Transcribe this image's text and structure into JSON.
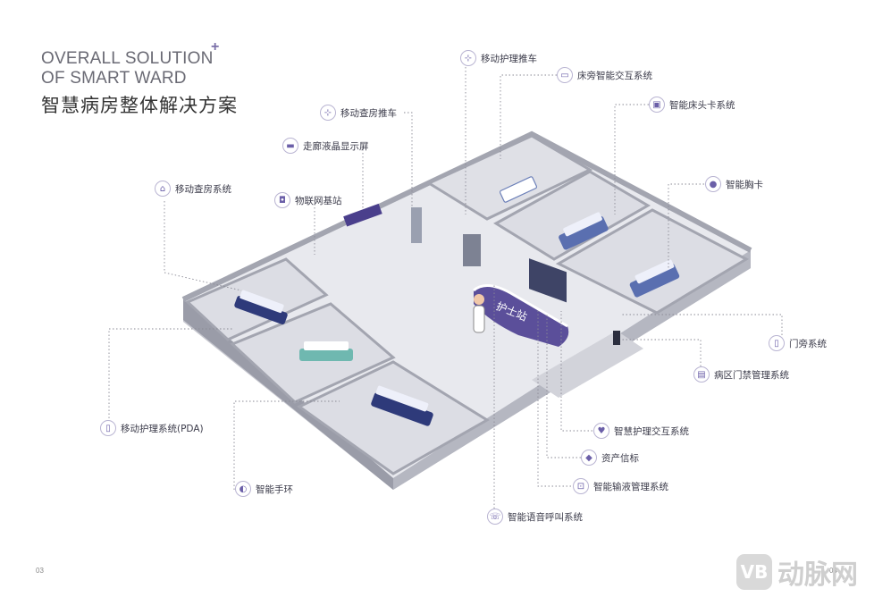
{
  "title": {
    "en_line1": "OVERALL SOLUTION",
    "en_line2": "OF SMART WARD",
    "plus": "+",
    "cn": "智慧病房整体解决方案"
  },
  "labels": [
    {
      "id": "mobile-nursing-cart",
      "text": "移动护理推车",
      "icon": "cart-icon"
    },
    {
      "id": "bedside-interaction",
      "text": "床旁智能交互系统",
      "icon": "screen-icon"
    },
    {
      "id": "smart-bed-card",
      "text": "智能床头卡系统",
      "icon": "card-icon"
    },
    {
      "id": "mobile-rounds-cart",
      "text": "移动查房推车",
      "icon": "cart-icon"
    },
    {
      "id": "corridor-lcd",
      "text": "走廊液晶显示屏",
      "icon": "display-icon"
    },
    {
      "id": "mobile-rounds-system",
      "text": "移动查房系统",
      "icon": "home-icon"
    },
    {
      "id": "iot-base-station",
      "text": "物联网基站",
      "icon": "station-icon"
    },
    {
      "id": "smart-badge",
      "text": "智能胸卡",
      "icon": "person-icon"
    },
    {
      "id": "door-side-system",
      "text": "门旁系统",
      "icon": "door-icon"
    },
    {
      "id": "ward-access-control",
      "text": "病区门禁管理系统",
      "icon": "lock-icon"
    },
    {
      "id": "mobile-nursing-pda",
      "text": "移动护理系统(PDA)",
      "icon": "pda-icon"
    },
    {
      "id": "smart-nursing-interaction",
      "text": "智慧护理交互系统",
      "icon": "heart-icon"
    },
    {
      "id": "asset-beacon",
      "text": "资产信标",
      "icon": "beacon-icon"
    },
    {
      "id": "smart-infusion",
      "text": "智能输液管理系统",
      "icon": "infusion-icon"
    },
    {
      "id": "smart-wristband",
      "text": "智能手环",
      "icon": "wristband-icon"
    },
    {
      "id": "smart-voice-call",
      "text": "智能语音呼叫系统",
      "icon": "call-icon"
    }
  ],
  "nurse_station_sign": "护士站",
  "page_numbers": {
    "left": "03",
    "right": "04"
  },
  "watermark": {
    "logo": "VB",
    "text": "动脉网"
  },
  "colors": {
    "accent": "#6b5fa8",
    "wall": "#a9abb5",
    "floor": "#e6e7ec",
    "connector": "#8a8a95"
  }
}
